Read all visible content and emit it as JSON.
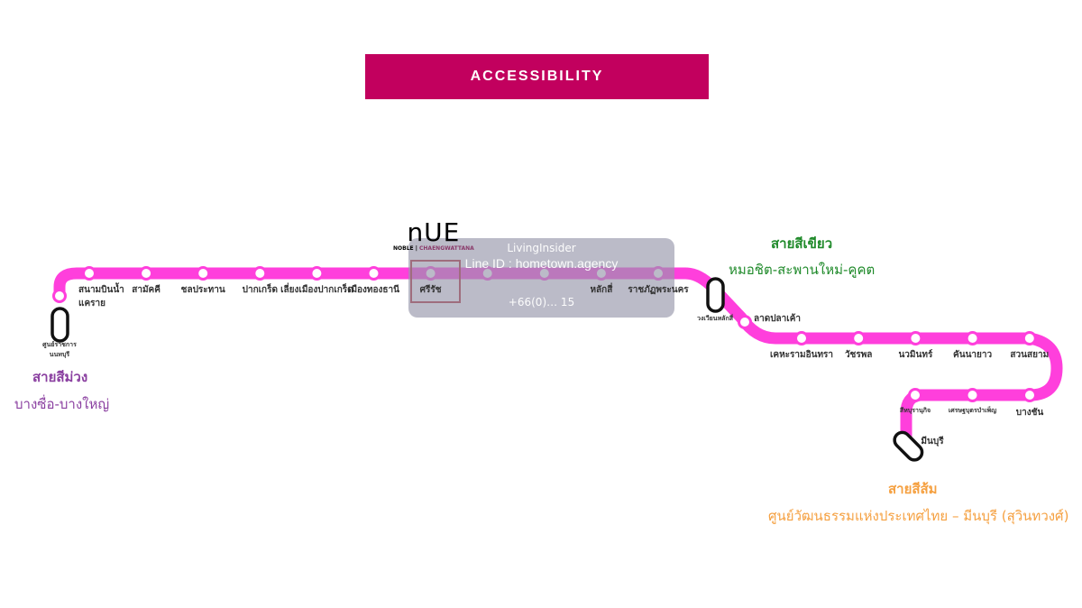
{
  "header": {
    "title": "ACCESSIBILITY"
  },
  "colors": {
    "pink_line": "#ff3fdc",
    "header": "#c2005e",
    "purple": "#8a3fa0",
    "green": "#1f8a2a",
    "orange": "#f5a040"
  },
  "project": {
    "logo": "nUE",
    "brand": "NOBLE",
    "sub": "CHAENGWATTANA"
  },
  "watermark": {
    "brand": "LivingInsider",
    "line_id": "Line ID : hometown.agency",
    "phone": "+66(0)… 15"
  },
  "stations_top": [
    "สนามบินน้ำ แคราย",
    "สามัคคี",
    "ชลประทาน",
    "ปากเกร็ด",
    "เลี่ยงเมืองปากเกร็ด",
    "เมืองทองธานี",
    "ศรีรัช",
    "",
    "",
    "หลักสี่",
    "ราชภัฏพระนคร"
  ],
  "stations_other": {
    "start": "ศูนย์ราชการ นนทบุรี",
    "interchange": "วงเวียนหลักสี่",
    "lat_pla_khao": "ลาดปลาเค้า",
    "end": "มีนบุรี"
  },
  "stations_mid": [
    "เคหะรามอินทรา",
    "วัชรพล",
    "นวมินทร์",
    "คันนายาว",
    "สวนสยาม"
  ],
  "stations_bottom": [
    "สีหบุรานุกิจ",
    "เศรษฐบุตรบำเพ็ญ",
    "บางชัน"
  ],
  "lines": {
    "purple": {
      "title": "สายสีม่วง",
      "sub": "บางซื่อ-บางใหญ่"
    },
    "green": {
      "title": "สายสีเขียว",
      "sub": "หมอชิต-สะพานใหม่-คูคต"
    },
    "orange": {
      "title": "สายสีส้ม",
      "sub": "ศูนย์วัฒนธรรมแห่งประเทศไทย – มีนบุรี (สุวินทวงศ์)"
    }
  }
}
